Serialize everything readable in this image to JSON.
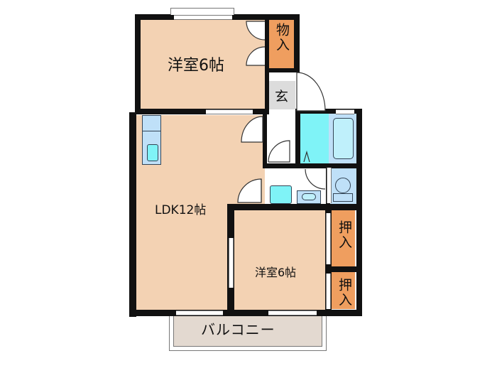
{
  "floorplan": {
    "rooms": {
      "western_room_top": {
        "label": "洋室6帖",
        "type": "bedroom",
        "size_jo": 6
      },
      "storage_top": {
        "label": "物入",
        "type": "storage"
      },
      "entrance": {
        "label": "玄",
        "type": "entrance"
      },
      "ldk": {
        "label": "LDK12帖",
        "type": "living-dining-kitchen",
        "size_jo": 12
      },
      "western_room_bottom": {
        "label": "洋室6帖",
        "type": "bedroom",
        "size_jo": 6
      },
      "closet_upper": {
        "label": "押入",
        "type": "closet"
      },
      "closet_lower": {
        "label": "押入",
        "type": "closet"
      },
      "balcony": {
        "label": "バルコニー",
        "type": "balcony"
      },
      "bathroom": {
        "label": "",
        "type": "bathroom"
      },
      "toilet": {
        "label": "",
        "type": "toilet"
      },
      "washroom": {
        "label": "",
        "type": "washroom"
      }
    },
    "colors": {
      "room": "#f3d2b3",
      "closet": "#ef9e5f",
      "wet_area": "#7ff3f7",
      "fixture": "#bfe0f8",
      "entrance": "#dcdcdc",
      "balcony": "#e3d9d0",
      "wall": "#111111"
    }
  }
}
